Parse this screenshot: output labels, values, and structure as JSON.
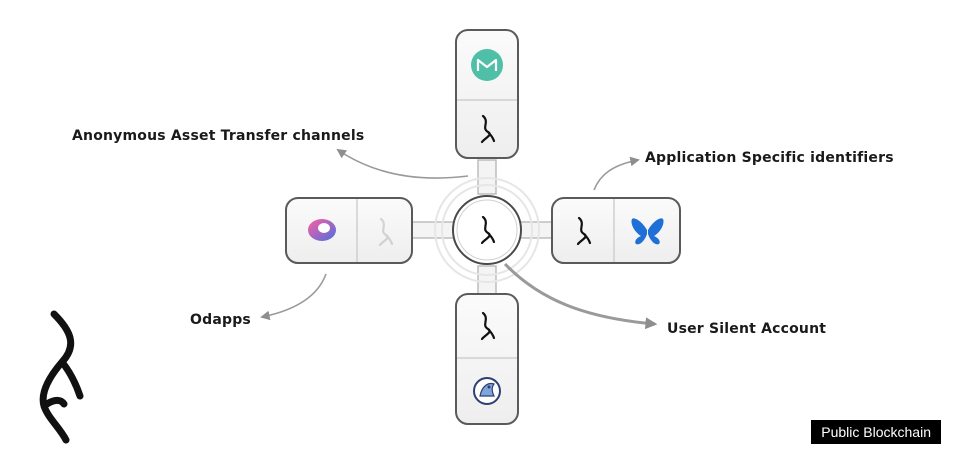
{
  "labels": {
    "anonymous_asset_transfer": "Anonymous Asset Transfer channels",
    "application_specific": "Application Specific identifiers",
    "odapps": "Odapps",
    "user_silent_account": "User Silent Account"
  },
  "badge": "Public Blockchain",
  "icons": {
    "center": "silent-logo-icon",
    "top_outer": "maker-logo-icon",
    "right_outer": "butterfly-logo-icon",
    "left_outer": "ring-logo-icon",
    "bottom_outer": "unicorn-logo-icon",
    "corner": "silent-logo-large-icon"
  },
  "colors": {
    "maker_teal": "#4fbfa8",
    "butterfly_blue": "#1e6fd6",
    "ring_pink": "#e3548e",
    "ring_blue": "#5a7bd8",
    "arrow_gray": "#9a9a9a"
  }
}
